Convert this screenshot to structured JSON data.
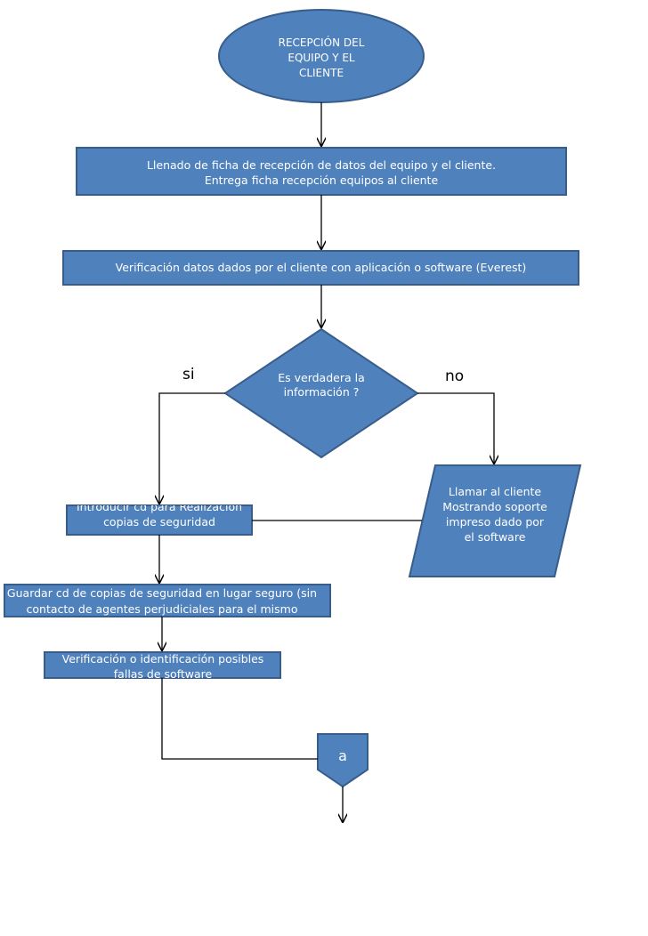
{
  "nodes": {
    "start": "RECEPCIÓN DEL EQUIPO Y EL CLIENTE",
    "fill_form": "Llenado de ficha de recepción de datos del equipo y el cliente. Entrega ficha recepción equipos al cliente",
    "verify_data": "Verificación  datos dados  por el cliente  con aplicación o software (Everest)",
    "decision": "Es verdadera la información ?",
    "call_client": "Llamar al cliente Mostrando soporte impreso dado por el software",
    "backup": "Introducir cd para Realización  copias  de seguridad",
    "store_cd": "Guardar cd de copias de seguridad en lugar seguro (sin contacto de agentes perjudiciales para el mismo",
    "verify_failures": "Verificación  o identificación posibles fallas de software",
    "connector": "a"
  },
  "labels": {
    "yes": "si",
    "no": "no"
  },
  "colors": {
    "fill": "#4f81bd",
    "stroke": "#385d8a",
    "text": "#ffffff",
    "line": "#000000"
  }
}
